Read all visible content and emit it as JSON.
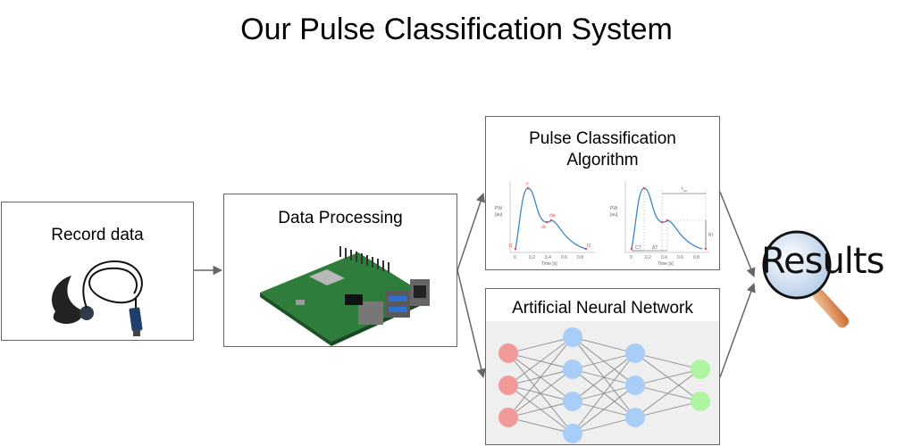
{
  "title": "Our Pulse Classification System",
  "boxes": {
    "record": {
      "label": "Record data",
      "image": "pulse-sensor-clip"
    },
    "processing": {
      "label": "Data Processing",
      "image": "raspberry-pi-board"
    },
    "algorithm": {
      "label_line1": "Pulse Classification",
      "label_line2": "Algorithm"
    },
    "ann": {
      "label": "Artificial Neural Network"
    },
    "results": {
      "label": "Results",
      "icon": "magnifying-glass-icon"
    }
  },
  "pulse_charts": {
    "ylabel": "PW",
    "yunit": "[au]",
    "xlabel": "Time [s]",
    "xticks": [
      "0",
      "0.2",
      "0.4",
      "0.6",
      "0.8"
    ],
    "left_points": [
      "f1",
      "s",
      "dc",
      "dia",
      "f2"
    ],
    "right_annotations": {
      "ct": "CT",
      "dt": "ΔT",
      "ri": "RI",
      "tdia": "t",
      "tdia_sub": "dia"
    },
    "curve_color": "#3a86c8",
    "marker_color": "#e05050"
  },
  "ann_layers": [
    {
      "nodes": 3,
      "color": "#f29a9a"
    },
    {
      "nodes": 4,
      "color": "#a8cdf7"
    },
    {
      "nodes": 3,
      "color": "#a8cdf7"
    },
    {
      "nodes": 2,
      "color": "#adf5a1"
    }
  ],
  "colors": {
    "wire": "#666666",
    "ann_bg": "#efefef"
  }
}
